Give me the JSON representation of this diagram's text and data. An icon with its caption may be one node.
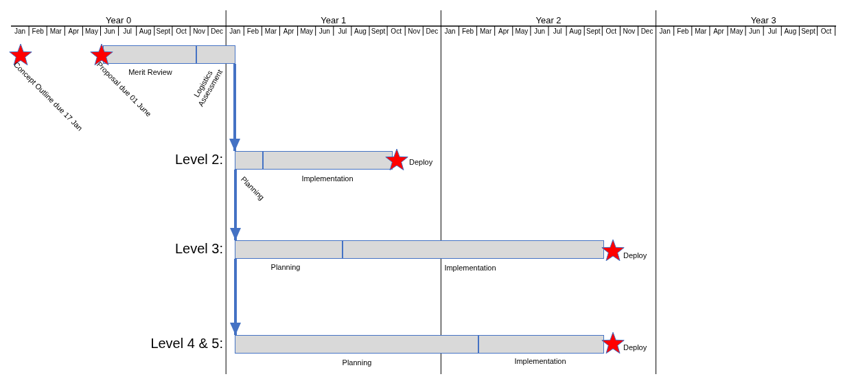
{
  "diagram": {
    "nodes": [
      {
        "text": [],
        "shape": "star",
        "beside": [
          "Concept Outline due 17 Jan"
        ]
      },
      {
        "text": [],
        "shape": "star",
        "beside": [
          "Proposal due 01 June"
        ]
      },
      {
        "text": [
          "Merit Review"
        ]
      },
      {
        "text": [
          "Logistics Assessment"
        ]
      },
      {
        "text": [
          "Planning"
        ]
      },
      {
        "text": [
          "Implementation"
        ]
      },
      {
        "text": [],
        "shape": "star",
        "beside": [
          "Deploy"
        ]
      },
      {
        "text": [
          "Planning"
        ]
      },
      {
        "text": [
          "Implementation"
        ]
      },
      {
        "text": [],
        "shape": "star",
        "beside": [
          "Deploy"
        ]
      },
      {
        "text": [
          "Planning"
        ]
      },
      {
        "text": [
          "Implementation"
        ]
      },
      {
        "text": [],
        "shape": "star",
        "beside": [
          "Deploy"
        ]
      }
    ],
    "edges": [
      {
        "from": 3,
        "to": 4,
        "arrow": "to"
      },
      {
        "from": 4,
        "to": 7,
        "arrow": "to"
      },
      {
        "from": 7,
        "to": 10,
        "arrow": "to"
      }
    ],
    "labels": [
      "Year 0",
      "Year 1",
      "Year 2",
      "Year 3",
      "Jan",
      "Feb",
      "Mar",
      "Apr",
      "May",
      "Jun",
      "Jul",
      "Aug",
      "Sept",
      "Oct",
      "Nov",
      "Dec",
      "Jan",
      "Feb",
      "Mar",
      "Apr",
      "May",
      "Jun",
      "Jul",
      "Aug",
      "Sept",
      "Oct",
      "Nov",
      "Dec",
      "Jan",
      "Feb",
      "Mar",
      "Apr",
      "May",
      "Jun",
      "Jul",
      "Aug",
      "Sept",
      "Oct",
      "Nov",
      "Dec",
      "Jan",
      "Feb",
      "Mar",
      "Apr",
      "May",
      "Jun",
      "Jul",
      "Aug",
      "Sept",
      "Oct",
      "Level 2:",
      "Level 3:",
      "Level 4 & 5:"
    ]
  }
}
